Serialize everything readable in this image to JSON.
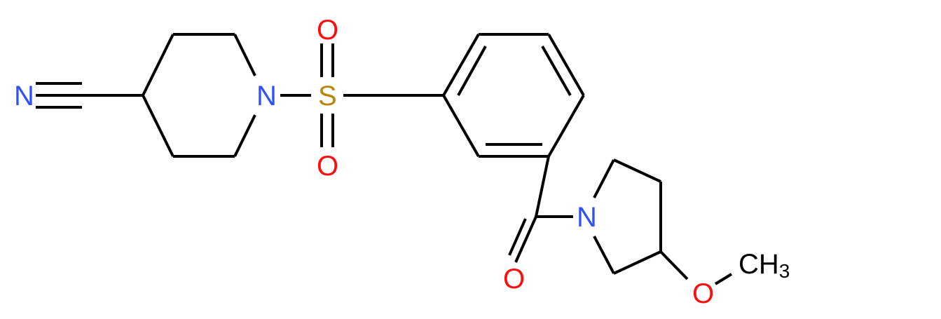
{
  "diagram": {
    "type": "chemical-structure",
    "title": "1-[3-(3-methoxypyrrolidine-1-carbonyl)phenyl]sulfonylpiperidine-4-carbonitrile",
    "colors": {
      "bond": "#000000",
      "nitrogen": "#3050F8",
      "oxygen": "#FF0D0D",
      "sulfur": "#B8860B",
      "carbon_label": "#000000",
      "background": "#FFFFFF"
    },
    "atom_labels": {
      "nitrile_n": "N",
      "piperidine_n": "N",
      "sulfur": "S",
      "sulfonyl_o_top": "O",
      "sulfonyl_o_bottom": "O",
      "carbonyl_o": "O",
      "pyrrolidine_n": "N",
      "methoxy_o": "O",
      "methyl_c": "CH",
      "methyl_sub": "3"
    },
    "fragments": [
      "nitrile",
      "piperidine",
      "sulfonyl",
      "benzene",
      "carbonyl",
      "pyrrolidine",
      "methoxy"
    ]
  }
}
